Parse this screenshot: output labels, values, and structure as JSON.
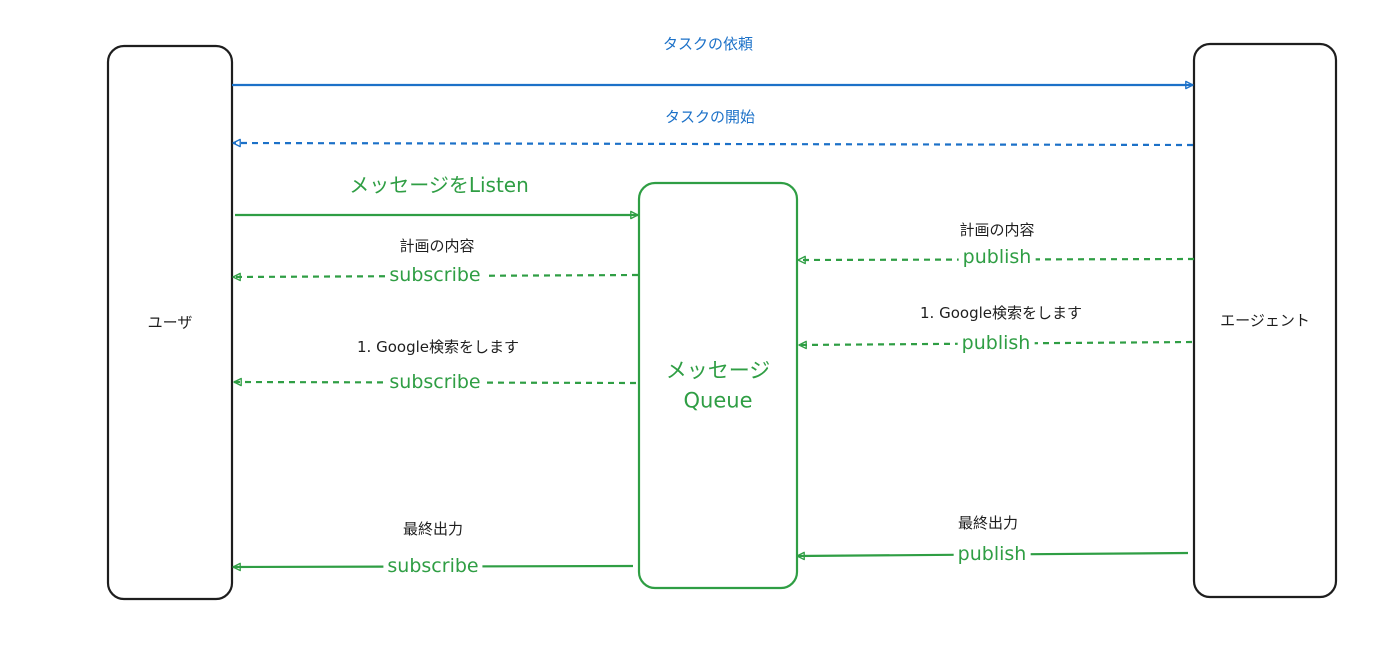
{
  "actors": {
    "user": "ユーザ",
    "agent": "エージェント",
    "queue_line1": "メッセージ",
    "queue_line2": "Queue"
  },
  "messages": {
    "task_request": "タスクの依頼",
    "task_start": "タスクの開始",
    "listen": "メッセージをListen",
    "plan_left": "計画の内容",
    "plan_right": "計画の内容",
    "google_left": "1. Google検索をします",
    "google_right": "1. Google検索をします",
    "final_left": "最終出力",
    "final_right": "最終出力",
    "subscribe_1": "subscribe",
    "subscribe_2": "subscribe",
    "subscribe_3": "subscribe",
    "publish_1": "publish",
    "publish_2": "publish",
    "publish_3": "publish"
  },
  "colors": {
    "blue": "#1c71c8",
    "green": "#2f9e44",
    "dark": "#1e1e1e"
  }
}
